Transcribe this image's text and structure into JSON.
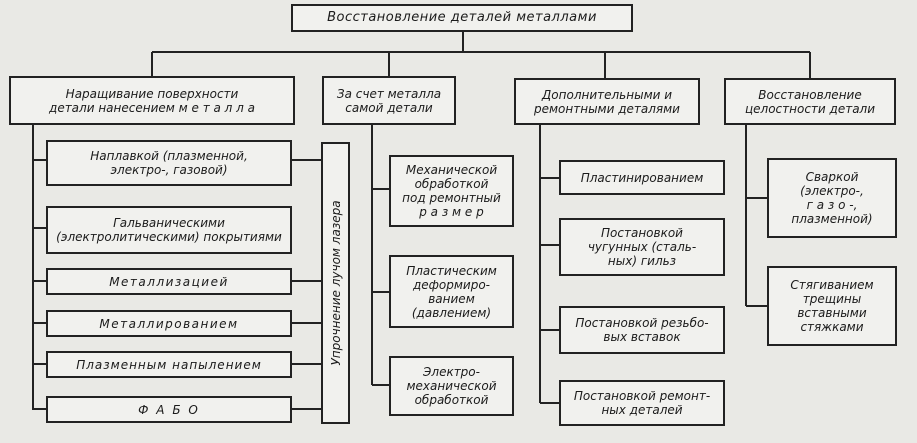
{
  "root": "Восстановление деталей металлами",
  "categories": [
    "Наращивание поверхности\nдетали нанесением  м е т а л л а",
    "За счет металла\nсамой детали",
    "Дополнительными и\nремонтными деталями",
    "Восстановление\nцелостности детали"
  ],
  "methods": {
    "deposition": [
      "Наплавкой (плазменной,\nэлектро-, газовой)",
      "Гальваническими\n(электролитическими) покрытиями",
      "Металлизацией",
      "Металлированием",
      "Плазменным напылением",
      "Ф А Б О"
    ],
    "laser": "Упрочнение лучом лазера",
    "own_metal": [
      "Механической\nобработкой\nпод ремонтный\nр а з м е р",
      "Пластическим\nдеформиро-\nванием\n(давлением)",
      "Электро-\nмеханической\nобработкой"
    ],
    "additional_parts": [
      "Пластинированием",
      "Постановкой\nчугунных (сталь-\nных) гильз",
      "Постановкой резьбо-\nвых вставок",
      "Постановкой ремонт-\nных деталей"
    ],
    "integrity": [
      "Сваркой\n(электро-,\nг а з о -,\nплазменной)",
      "Стягиванием\nтрещины\nвставными\nстяжками"
    ]
  }
}
